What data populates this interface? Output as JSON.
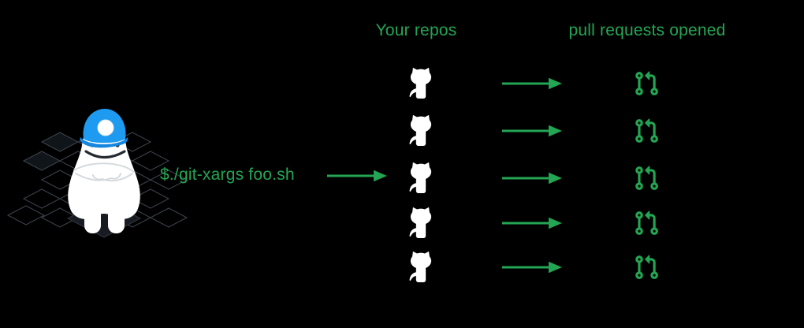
{
  "diagram": {
    "command": "$./git-xargs foo.sh",
    "columns": {
      "repos_header": "Your repos",
      "prs_header": "pull requests opened"
    },
    "repo_count": 5
  },
  "icons": {
    "mascot": "yeti-miner-mascot",
    "repo": "github-octocat-icon",
    "flow_arrow": "arrow-right-icon",
    "pull_request": "git-pull-request-icon"
  },
  "colors": {
    "background": "#000000",
    "green": "#23a553",
    "helmet_blue": "#1e9bf0",
    "mascot_white": "#ffffff",
    "grid_line": "#3d434b",
    "tile_fill": "#181c22"
  }
}
